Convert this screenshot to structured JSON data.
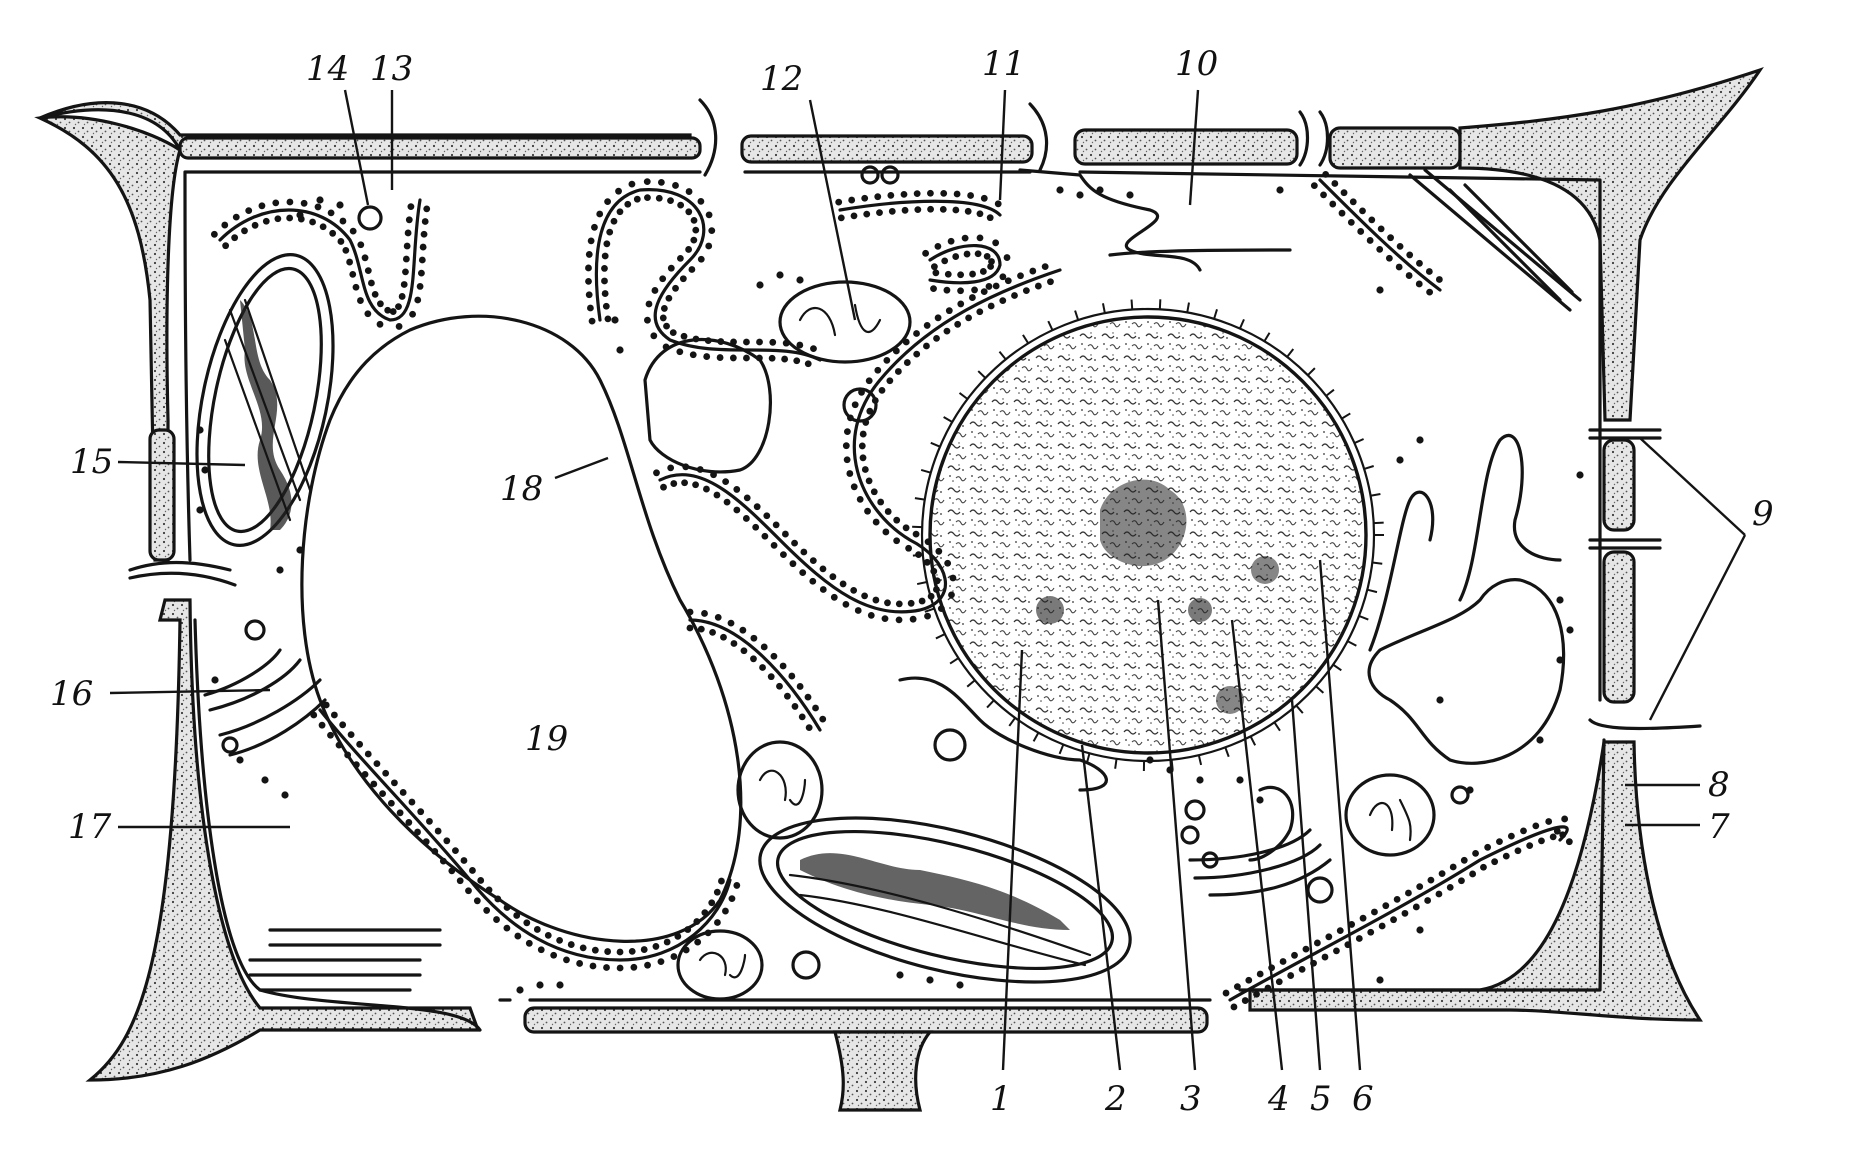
{
  "diagram": {
    "labels": [
      {
        "id": "1",
        "text": "1"
      },
      {
        "id": "2",
        "text": "2"
      },
      {
        "id": "3",
        "text": "3"
      },
      {
        "id": "4",
        "text": "4"
      },
      {
        "id": "5",
        "text": "5"
      },
      {
        "id": "6",
        "text": "6"
      },
      {
        "id": "7",
        "text": "7"
      },
      {
        "id": "8",
        "text": "8"
      },
      {
        "id": "9",
        "text": "9"
      },
      {
        "id": "10",
        "text": "10"
      },
      {
        "id": "11",
        "text": "11"
      },
      {
        "id": "12",
        "text": "12"
      },
      {
        "id": "13",
        "text": "13"
      },
      {
        "id": "14",
        "text": "14"
      },
      {
        "id": "15",
        "text": "15"
      },
      {
        "id": "16",
        "text": "16"
      },
      {
        "id": "17",
        "text": "17"
      },
      {
        "id": "18",
        "text": "18"
      },
      {
        "id": "19",
        "text": "19"
      }
    ]
  }
}
